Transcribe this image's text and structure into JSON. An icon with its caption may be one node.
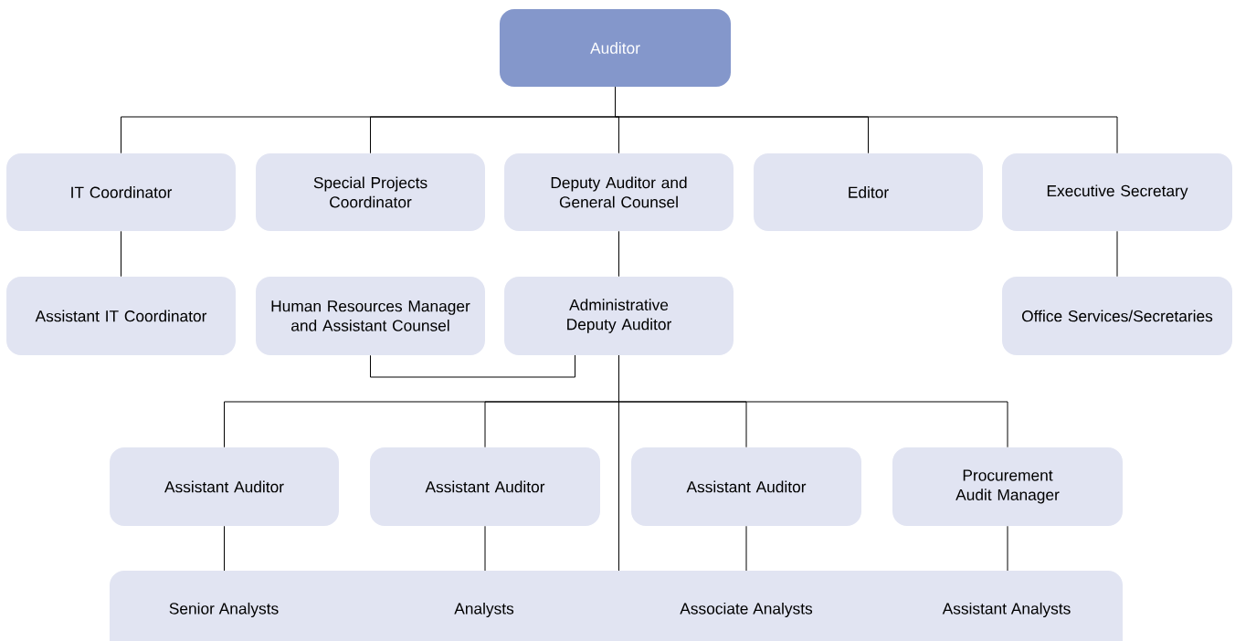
{
  "diagram": {
    "nodes": [
      {
        "text": [
          "Auditor"
        ]
      },
      {
        "text": [
          "IT Coordinator"
        ]
      },
      {
        "text": [
          "Special Projects Coordinator"
        ]
      },
      {
        "text": [
          "Deputy Auditor and General Counsel"
        ]
      },
      {
        "text": [
          "Editor"
        ]
      },
      {
        "text": [
          "Executive Secretary"
        ]
      },
      {
        "text": [
          "Assistant IT Coordinator"
        ]
      },
      {
        "text": [
          "Human Resources Manager and Assistant Counsel"
        ]
      },
      {
        "text": [
          "Administrative Deputy Auditor"
        ]
      },
      {
        "text": [
          "Office Services/Secretaries"
        ]
      },
      {
        "text": [
          "Assistant Auditor"
        ]
      },
      {
        "text": [
          "Assistant Auditor"
        ]
      },
      {
        "text": [
          "Assistant Auditor"
        ]
      },
      {
        "text": [
          "Procurement Audit Manager"
        ]
      },
      {
        "text": [
          "Senior Analysts",
          "Analysts",
          "Associate Analysts",
          "Assistant Analysts"
        ]
      }
    ],
    "edges": [
      {
        "from": 0,
        "to": 1,
        "arrow": "none"
      },
      {
        "from": 0,
        "to": 2,
        "arrow": "none"
      },
      {
        "from": 0,
        "to": 3,
        "arrow": "none"
      },
      {
        "from": 0,
        "to": 4,
        "arrow": "none"
      },
      {
        "from": 0,
        "to": 5,
        "arrow": "none"
      },
      {
        "from": 1,
        "to": 6,
        "arrow": "none"
      },
      {
        "from": 3,
        "to": 8,
        "arrow": "none"
      },
      {
        "from": 5,
        "to": 9,
        "arrow": "none"
      },
      {
        "from": 7,
        "to": 8,
        "arrow": "none"
      },
      {
        "from": 8,
        "to": 10,
        "arrow": "none"
      },
      {
        "from": 8,
        "to": 11,
        "arrow": "none"
      },
      {
        "from": 8,
        "to": 12,
        "arrow": "none"
      },
      {
        "from": 8,
        "to": 13,
        "arrow": "none"
      },
      {
        "from": 10,
        "to": 14,
        "arrow": "none"
      },
      {
        "from": 11,
        "to": 14,
        "arrow": "none"
      },
      {
        "from": 8,
        "to": 14,
        "arrow": "none"
      },
      {
        "from": 12,
        "to": 14,
        "arrow": "none"
      },
      {
        "from": 13,
        "to": 14,
        "arrow": "none"
      }
    ]
  }
}
